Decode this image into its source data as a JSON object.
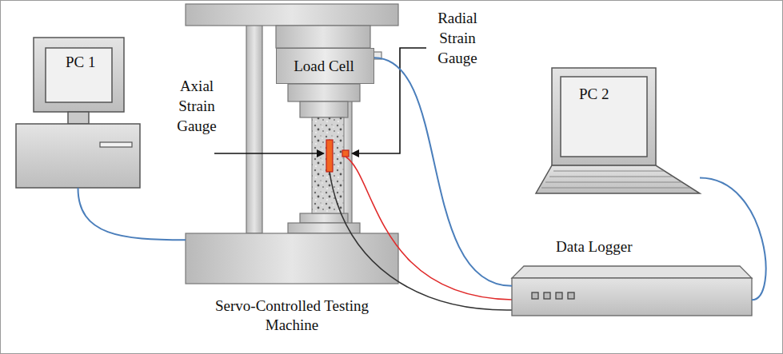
{
  "diagram": {
    "nodes": [
      {
        "text": [
          "PC 1"
        ]
      },
      {
        "text": [
          "Servo-Controlled Testing Machine"
        ]
      },
      {
        "text": [
          "Load Cell"
        ],
        "in": 1
      },
      {
        "text": [
          "PC 2"
        ]
      },
      {
        "text": [
          "Data Logger"
        ]
      }
    ],
    "edges": [
      {
        "from": 0,
        "to": 1,
        "arrow": "none"
      },
      {
        "from": 2,
        "to": 4,
        "arrow": "none"
      },
      {
        "from": 3,
        "to": 4,
        "arrow": "none"
      }
    ],
    "labels": [
      "Axial Strain Gauge",
      "Radial Strain Gauge"
    ]
  }
}
